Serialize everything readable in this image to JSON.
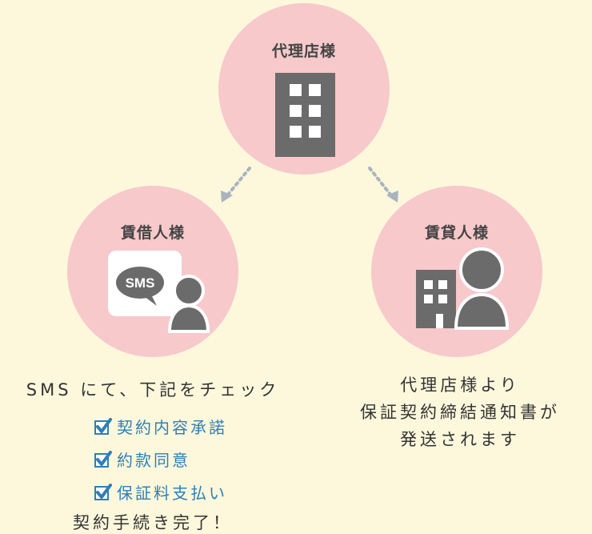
{
  "agency": {
    "title": "代理店様",
    "icon": "building-icon"
  },
  "tenant": {
    "title": "賃借人様",
    "sms_label": "SMS",
    "icon": "sms-person-icon"
  },
  "landlord": {
    "title": "賃貸人様",
    "icon": "building-person-icon"
  },
  "tenant_caption": "SMS にて、下記をチェック",
  "checklist": [
    "契約内容承諾",
    "約款同意",
    "保証料支払い"
  ],
  "completion": "契約手続き完了！",
  "landlord_caption": [
    "代理店様より",
    "保証契約締結通知書が",
    "発送されます"
  ],
  "colors": {
    "background": "#fdf8dc",
    "circle": "#f7c9cb",
    "icon": "#6b6b6b",
    "check": "#2d7fb8",
    "arrow": "#a9b4bf"
  }
}
